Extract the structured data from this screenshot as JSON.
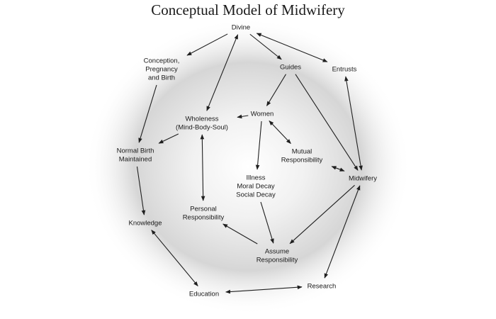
{
  "title": "Conceptual Model of Midwifery",
  "nodes": [
    {
      "id": "divine",
      "lines": [
        "Divine"
      ]
    },
    {
      "id": "conception",
      "lines": [
        "Conception,",
        "Pregnancy",
        "and Birth"
      ]
    },
    {
      "id": "guides",
      "lines": [
        "Guides"
      ]
    },
    {
      "id": "entrusts",
      "lines": [
        "Entrusts"
      ]
    },
    {
      "id": "wholeness",
      "lines": [
        "Wholeness",
        "(Mind-Body-Soul)"
      ]
    },
    {
      "id": "women",
      "lines": [
        "Women"
      ]
    },
    {
      "id": "normal-birth",
      "lines": [
        "Normal Birth",
        "Maintained"
      ]
    },
    {
      "id": "mutual",
      "lines": [
        "Mutual",
        "Responsibility"
      ]
    },
    {
      "id": "illness",
      "lines": [
        "Illness",
        "Moral Decay",
        "Social Decay"
      ]
    },
    {
      "id": "midwifery",
      "lines": [
        "Midwifery"
      ]
    },
    {
      "id": "personal",
      "lines": [
        "Personal",
        "Responsibility"
      ]
    },
    {
      "id": "knowledge",
      "lines": [
        "Knowledge"
      ]
    },
    {
      "id": "assume",
      "lines": [
        "Assume",
        "Responsibility"
      ]
    },
    {
      "id": "research",
      "lines": [
        "Research"
      ]
    },
    {
      "id": "education",
      "lines": [
        "Education"
      ]
    }
  ],
  "edges": [
    {
      "from": "divine",
      "to": "conception",
      "dir": "forward"
    },
    {
      "from": "divine",
      "to": "guides",
      "dir": "forward"
    },
    {
      "from": "divine",
      "to": "entrusts",
      "dir": "both"
    },
    {
      "from": "divine",
      "to": "wholeness",
      "dir": "both"
    },
    {
      "from": "conception",
      "to": "normal-birth",
      "dir": "forward"
    },
    {
      "from": "guides",
      "to": "women",
      "dir": "forward"
    },
    {
      "from": "guides",
      "to": "midwifery",
      "dir": "forward"
    },
    {
      "from": "entrusts",
      "to": "midwifery",
      "dir": "both"
    },
    {
      "from": "women",
      "to": "wholeness",
      "dir": "forward"
    },
    {
      "from": "women",
      "to": "mutual",
      "dir": "both"
    },
    {
      "from": "women",
      "to": "illness",
      "dir": "forward"
    },
    {
      "from": "wholeness",
      "to": "normal-birth",
      "dir": "forward"
    },
    {
      "from": "wholeness",
      "to": "personal",
      "dir": "both"
    },
    {
      "from": "mutual",
      "to": "midwifery",
      "dir": "both"
    },
    {
      "from": "normal-birth",
      "to": "knowledge",
      "dir": "forward"
    },
    {
      "from": "illness",
      "to": "assume",
      "dir": "forward"
    },
    {
      "from": "midwifery",
      "to": "assume",
      "dir": "forward"
    },
    {
      "from": "midwifery",
      "to": "research",
      "dir": "both"
    },
    {
      "from": "assume",
      "to": "personal",
      "dir": "forward"
    },
    {
      "from": "knowledge",
      "to": "education",
      "dir": "both"
    },
    {
      "from": "education",
      "to": "research",
      "dir": "both"
    }
  ]
}
